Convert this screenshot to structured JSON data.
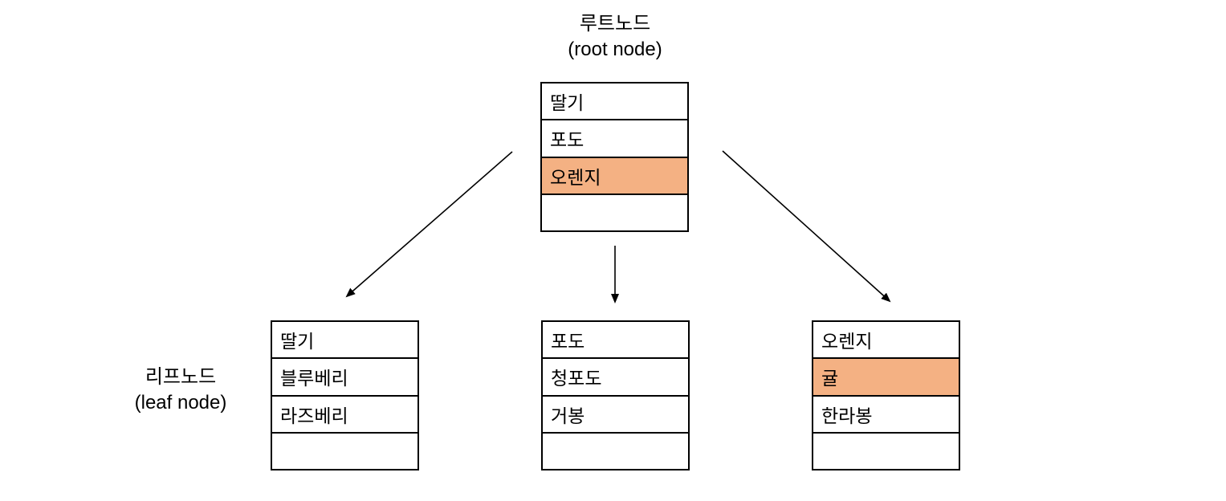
{
  "labels": {
    "root": {
      "line1": "루트노드",
      "line2": "(root node)"
    },
    "leaf": {
      "line1": "리프노드",
      "line2": "(leaf node)"
    }
  },
  "tables": {
    "root": {
      "rows": [
        {
          "text": "딸기",
          "highlight": false
        },
        {
          "text": "포도",
          "highlight": false
        },
        {
          "text": "오렌지",
          "highlight": true
        },
        {
          "text": "",
          "highlight": false
        }
      ]
    },
    "leaf1": {
      "rows": [
        {
          "text": "딸기",
          "highlight": false
        },
        {
          "text": "블루베리",
          "highlight": false
        },
        {
          "text": "라즈베리",
          "highlight": false
        },
        {
          "text": "",
          "highlight": false
        }
      ]
    },
    "leaf2": {
      "rows": [
        {
          "text": "포도",
          "highlight": false
        },
        {
          "text": "청포도",
          "highlight": false
        },
        {
          "text": "거봉",
          "highlight": false
        },
        {
          "text": "",
          "highlight": false
        }
      ]
    },
    "leaf3": {
      "rows": [
        {
          "text": "오렌지",
          "highlight": false
        },
        {
          "text": "귤",
          "highlight": true
        },
        {
          "text": "한라봉",
          "highlight": false
        },
        {
          "text": "",
          "highlight": false
        }
      ]
    }
  },
  "colors": {
    "highlight": "#F4B183",
    "line": "#000000"
  }
}
